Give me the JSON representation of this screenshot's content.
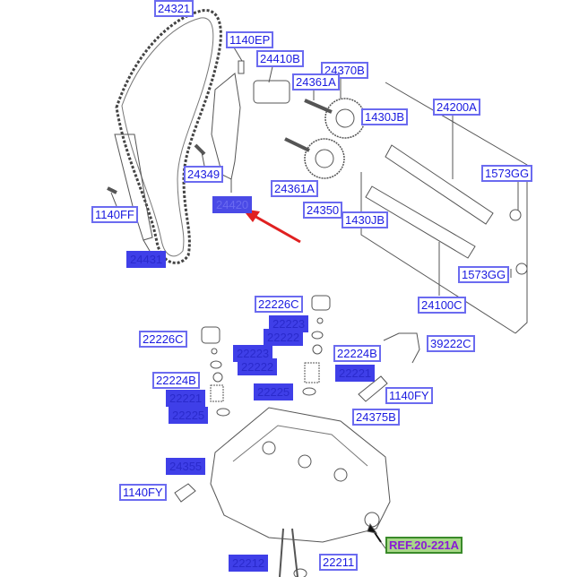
{
  "diagram": {
    "title": "Camshaft & Valve / Timing Chain exploded parts diagram",
    "labels": {
      "p24321": "24321",
      "p1140EP": "1140EP",
      "p24410B": "24410B",
      "p24370B": "24370B",
      "p24361A_top": "24361A",
      "p1430JB_top": "1430JB",
      "p24200A": "24200A",
      "p24349": "24349",
      "p24420": "24420",
      "p24361A_bottom": "24361A",
      "p1573GG_top": "1573GG",
      "p1140FF": "1140FF",
      "p24350": "24350",
      "p1430JB_bottom": "1430JB",
      "p24431": "24431",
      "p1573GG_bottom": "1573GG",
      "p24100C": "24100C",
      "p22226C_right": "22226C",
      "p22223_right": "22223",
      "p22222_right": "22222",
      "p22226C_left": "22226C",
      "p22224B_right": "22224B",
      "p39222C": "39222C",
      "p22223_left": "22223",
      "p22222_left": "22222",
      "p22221_right": "22221",
      "p22224B_left": "22224B",
      "p22225_right": "22225",
      "p1140FY_right": "1140FY",
      "p22221_left": "22221",
      "p22225_left": "22225",
      "p24375B": "24375B",
      "p24355": "24355",
      "p1140FY_left": "1140FY",
      "ref": "REF.20-221A",
      "p22212": "22212",
      "p22211": "22211"
    },
    "selected_part": "24420",
    "colors": {
      "label_text": "#1a1ae0",
      "label_border": "#6b6bf0",
      "highlight": "#3f3fe8",
      "arrow": "#e02020",
      "ref_bg": "#a8d888"
    }
  }
}
